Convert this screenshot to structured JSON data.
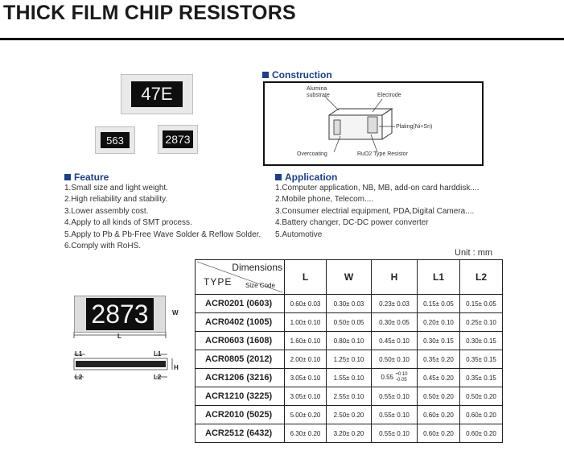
{
  "page": {
    "title": "THICK FILM CHIP RESISTORS"
  },
  "images": {
    "chip_large": "47E",
    "chip_small_1": "563",
    "chip_small_2": "2873",
    "chip_drawing": "2873"
  },
  "construction": {
    "title": "Construction",
    "labels": {
      "alumina": "Alumina substrate",
      "electrode": "Electrode",
      "plating": "Plating(Ni+Sn)",
      "overcoating": "Overcoating",
      "ruo2": "RuO2 Type Resistor"
    }
  },
  "feature": {
    "title": "Feature",
    "items": [
      "1.Small size and light weight.",
      "2.High reliability and stability.",
      "3.Lower assembly cost.",
      "4.Apply to all kinds of SMT process.",
      "5.Apply to Pb & Pb-Free Wave Solder & Reflow Solder.",
      "6.Comply with RoHS."
    ]
  },
  "application": {
    "title": "Application",
    "items": [
      "1.Computer application, NB, MB, add-on card harddisk....",
      "2.Mobile phone, Telecom....",
      "3.Consumer electrial equipment, PDA,Digital Camera....",
      "4.Battery changer, DC-DC power converter",
      "5.Automotive"
    ]
  },
  "drawing": {
    "w": "W",
    "l": "L",
    "h": "H",
    "l1": "L1",
    "l2": "L2"
  },
  "table": {
    "unit": "Unit : mm",
    "corner": {
      "dimensions": "Dimensions",
      "type": "TYPE",
      "size_code": "Size Code"
    },
    "columns": [
      "L",
      "W",
      "H",
      "L1",
      "L2"
    ],
    "rows": [
      {
        "type": "ACR0201 (0603)",
        "L": "0.60± 0.03",
        "W": "0.30± 0.03",
        "H": "0.23± 0.03",
        "L1": "0.15± 0.05",
        "L2": "0.15± 0.05"
      },
      {
        "type": "ACR0402 (1005)",
        "L": "1.00± 0.10",
        "W": "0.50± 0.05",
        "H": "0.30± 0.05",
        "L1": "0.20± 0.10",
        "L2": "0.25± 0.10"
      },
      {
        "type": "ACR0603 (1608)",
        "L": "1.60± 0.10",
        "W": "0.80± 0.10",
        "H": "0.45± 0.10",
        "L1": "0.30± 0.15",
        "L2": "0.30± 0.15"
      },
      {
        "type": "ACR0805 (2012)",
        "L": "2.00± 0.10",
        "W": "1.25± 0.10",
        "H": "0.50± 0.10",
        "L1": "0.35± 0.20",
        "L2": "0.35± 0.15"
      },
      {
        "type": "ACR1206 (3216)",
        "L": "3.05± 0.10",
        "W": "1.55± 0.10",
        "H_base": "0.55",
        "H_plus": "+0.10",
        "H_minus": "-0.05",
        "L1": "0.45± 0.20",
        "L2": "0.35± 0.15"
      },
      {
        "type": "ACR1210 (3225)",
        "L": "3.05± 0.10",
        "W": "2.55± 0.10",
        "H": "0.55± 0.10",
        "L1": "0.50± 0.20",
        "L2": "0.50± 0.20"
      },
      {
        "type": "ACR2010 (5025)",
        "L": "5.00± 0.20",
        "W": "2.50± 0.20",
        "H": "0.55± 0.10",
        "L1": "0.60± 0.20",
        "L2": "0.60± 0.20"
      },
      {
        "type": "ACR2512 (6432)",
        "L": "6.30± 0.20",
        "W": "3.20± 0.20",
        "H": "0.55± 0.10",
        "L1": "0.60± 0.20",
        "L2": "0.60± 0.20"
      }
    ]
  }
}
